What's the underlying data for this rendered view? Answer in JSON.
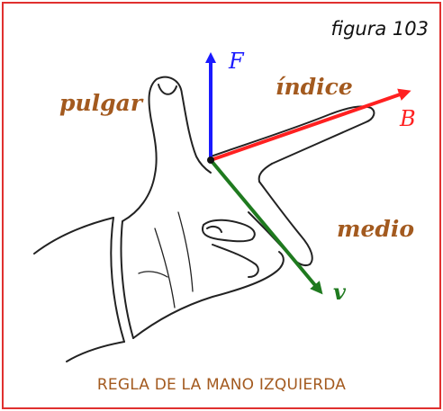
{
  "figure_label": "figura 103",
  "labels": {
    "thumb": "pulgar",
    "index": "índice",
    "middle": "medio"
  },
  "vectors": {
    "force": {
      "label": "F",
      "color": "#1a1aff"
    },
    "field": {
      "label": "B",
      "color": "#ff2020"
    },
    "velocity": {
      "label": "v",
      "color": "#1f7a1f"
    }
  },
  "caption": "REGLA DE LA MANO IZQUIERDA",
  "colors": {
    "frame": "#e0302f",
    "label_text": "#a35a1f",
    "origin_dot": "#111111"
  }
}
